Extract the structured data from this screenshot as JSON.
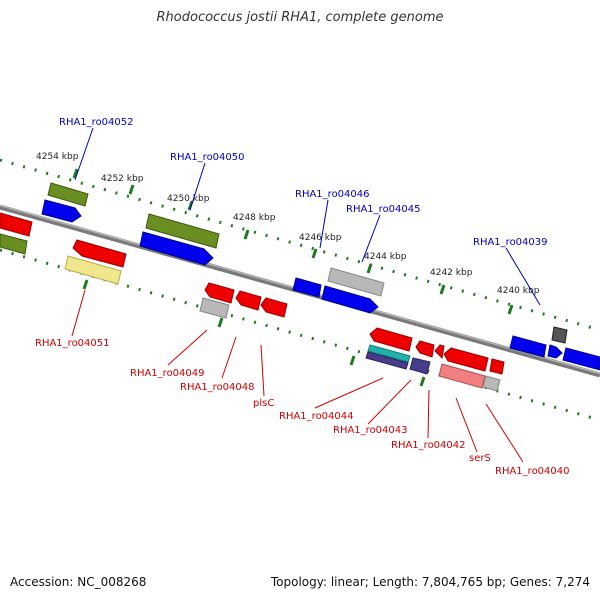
{
  "title": "Rhodococcus jostii RHA1, complete genome",
  "footer": {
    "accession": "Accession: NC_008268",
    "stats": "Topology: linear; Length: 7,804,765 bp; Genes: 7,274"
  },
  "colors": {
    "top_label": "#0000bb",
    "bottom_label": "#cc0000",
    "tick": "#1e7a1e",
    "backbone": "#808080"
  },
  "ticks": [
    "4254 kbp",
    "4252 kbp",
    "4250 kbp",
    "4248 kbp",
    "4246 kbp",
    "4244 kbp",
    "4242 kbp",
    "4240 kbp"
  ],
  "top_labels": [
    "RHA1_ro04052",
    "RHA1_ro04050",
    "RHA1_ro04046",
    "RHA1_ro04045",
    "RHA1_ro04039"
  ],
  "bottom_labels": [
    "RHA1_ro04051",
    "RHA1_ro04049",
    "RHA1_ro04048",
    "plsC",
    "RHA1_ro04044",
    "RHA1_ro04043",
    "RHA1_ro04042",
    "serS",
    "RHA1_ro04040"
  ]
}
